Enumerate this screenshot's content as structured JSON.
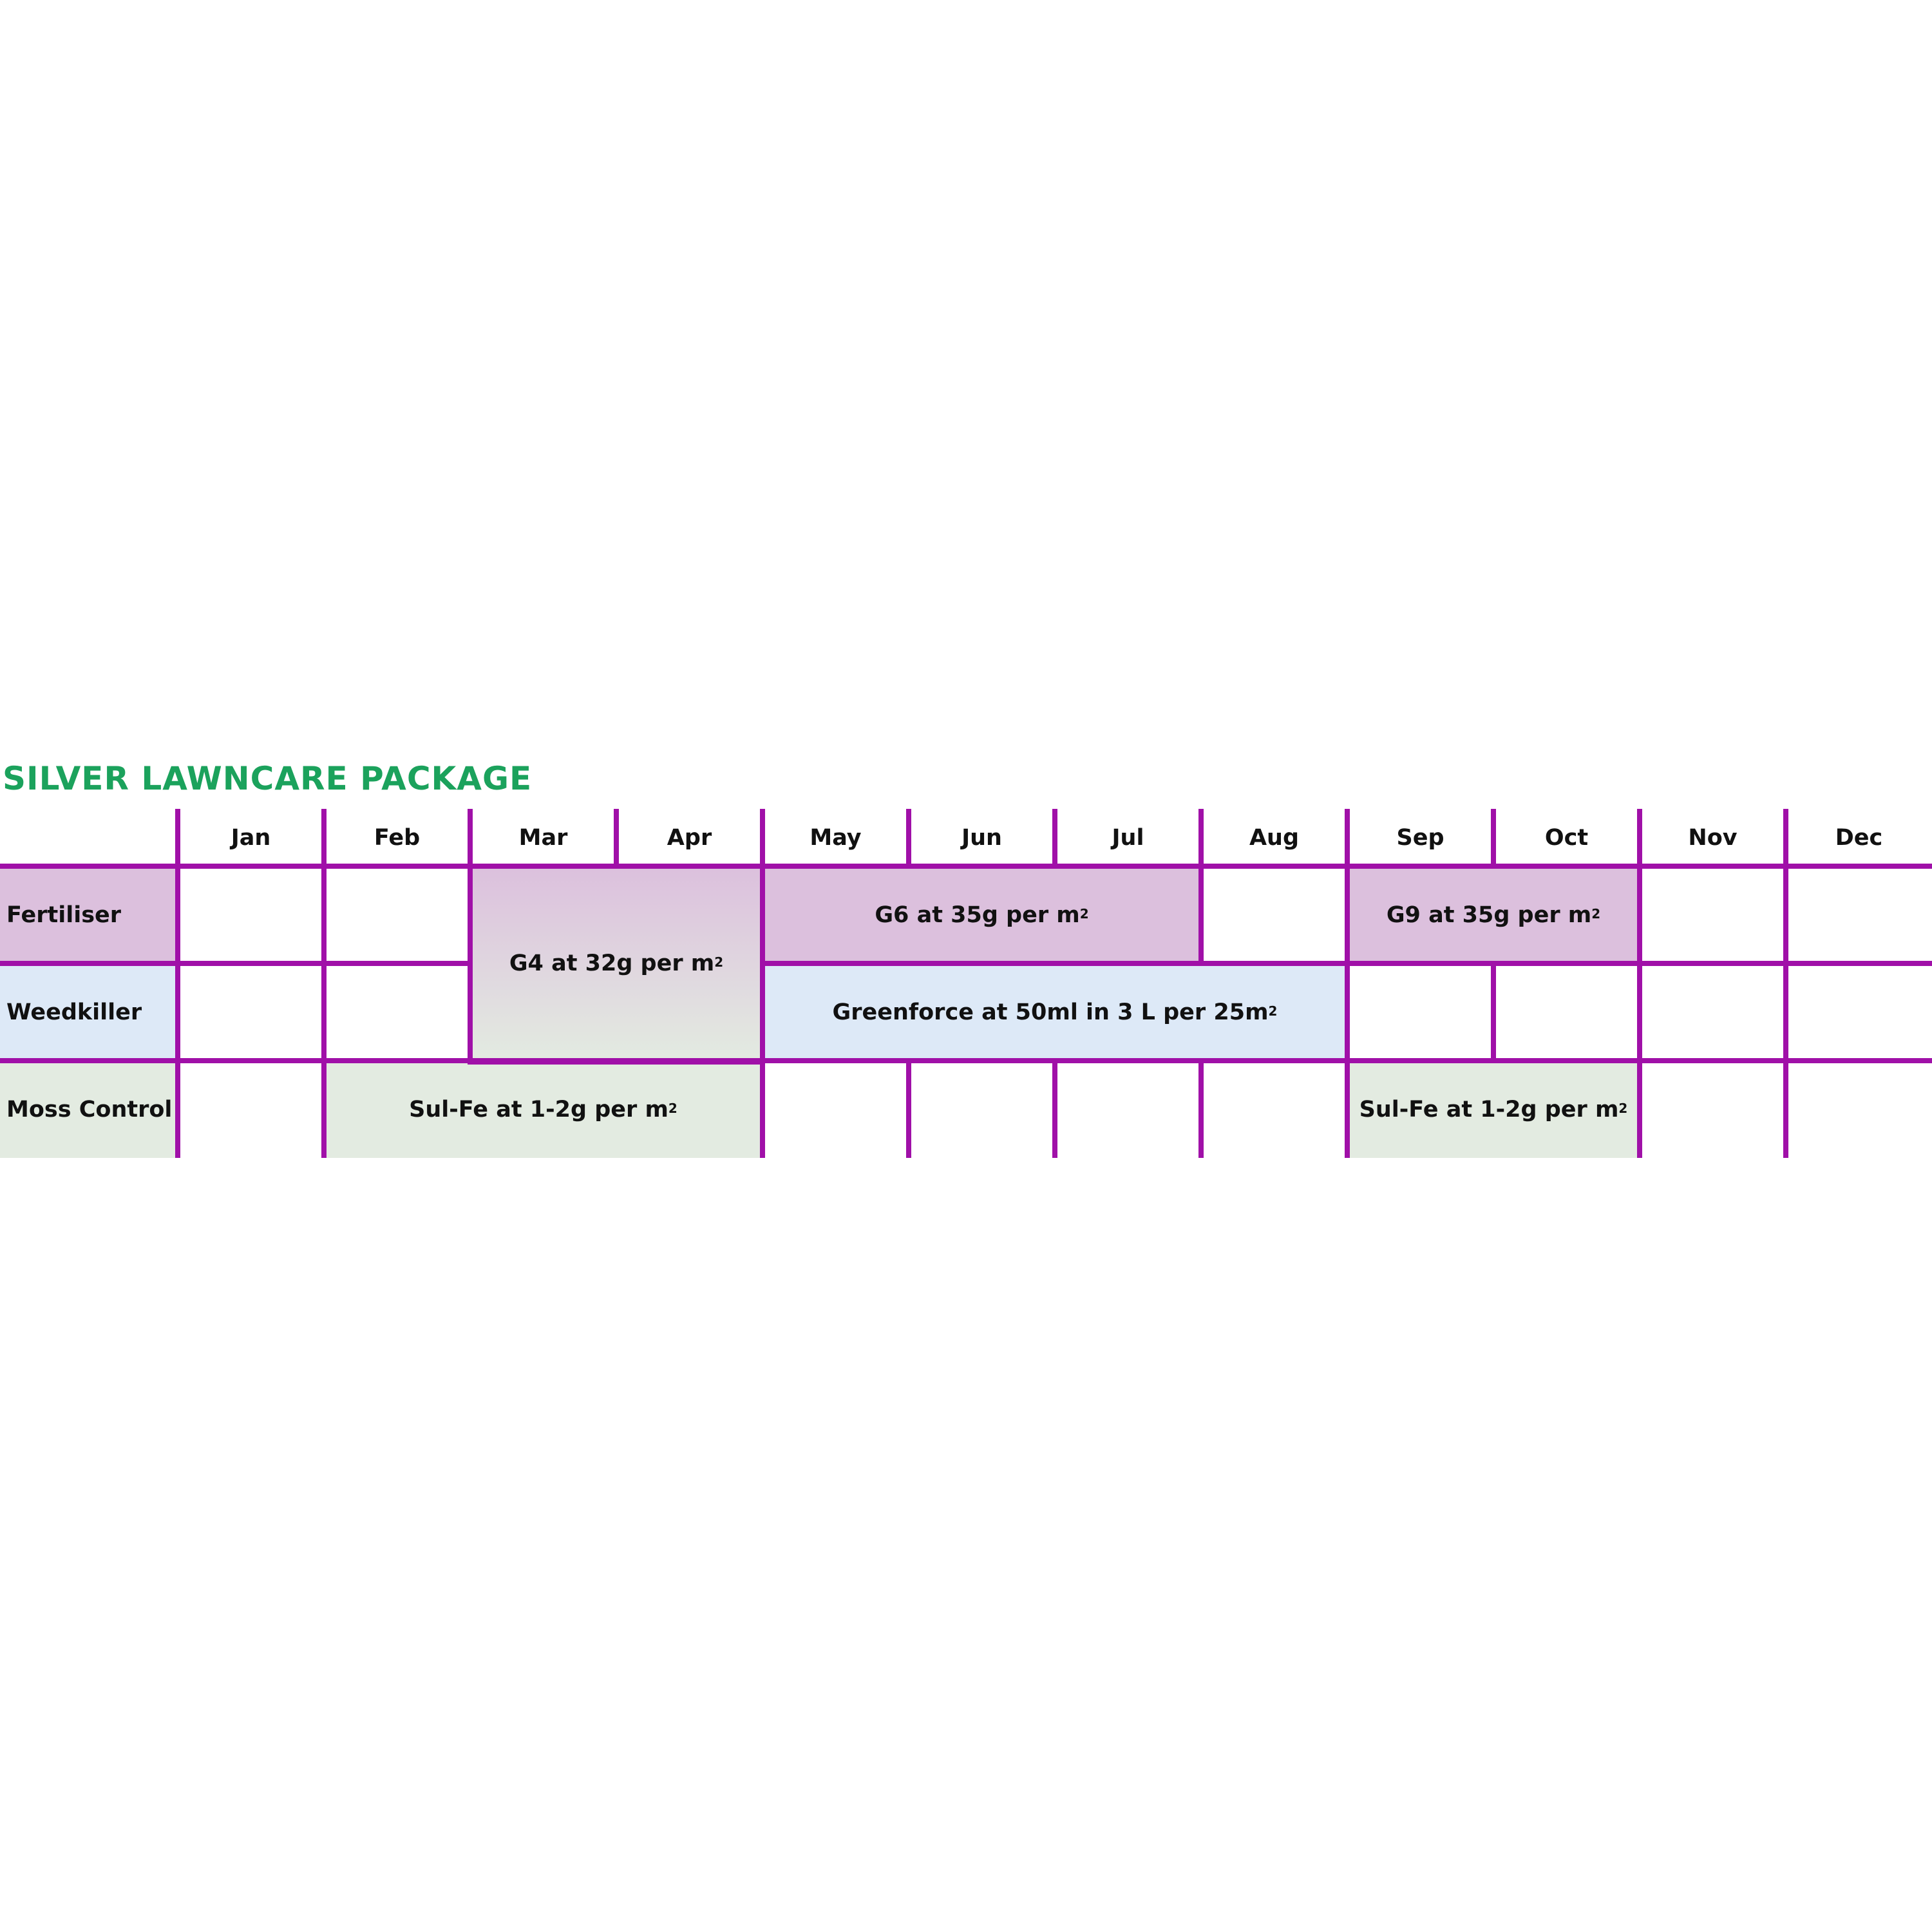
{
  "title": "SILVER LAWNCARE PACKAGE",
  "months": [
    "Jan",
    "Feb",
    "Mar",
    "Apr",
    "May",
    "Jun",
    "Jul",
    "Aug",
    "Sep",
    "Oct",
    "Nov",
    "Dec"
  ],
  "rows": [
    {
      "key": "fertiliser",
      "label": "Fertiliser",
      "color": "#dcc0dd"
    },
    {
      "key": "weedkiller",
      "label": "Weedkiller",
      "color": "#dde9f7"
    },
    {
      "key": "moss",
      "label": "Moss Control",
      "color": "#e3ebe1"
    }
  ],
  "treatments": [
    {
      "name": "g4",
      "row_start": 0,
      "row_end": 1,
      "month_start": 2,
      "month_end": 3,
      "text": "G4 at 32g per m",
      "sup": "2",
      "gradient": [
        "#dcc0dd",
        "#e3ebe1"
      ]
    },
    {
      "name": "g6",
      "row_start": 0,
      "row_end": 0,
      "month_start": 4,
      "month_end": 6,
      "text": "G6 at 35g per m",
      "sup": "2",
      "color": "#dcc0dd"
    },
    {
      "name": "g9",
      "row_start": 0,
      "row_end": 0,
      "month_start": 8,
      "month_end": 9,
      "text": "G9 at 35g per m",
      "sup": "2",
      "color": "#dcc0dd"
    },
    {
      "name": "greenforce",
      "row_start": 1,
      "row_end": 1,
      "month_start": 4,
      "month_end": 7,
      "text": "Greenforce at 50ml in 3 L per 25m",
      "sup": "2",
      "color": "#dde9f7"
    },
    {
      "name": "sulfe-spring",
      "row_start": 2,
      "row_end": 2,
      "month_start": 1,
      "month_end": 3,
      "text": "Sul-Fe at 1-2g per m",
      "sup": "2",
      "color": "#e3ebe1"
    },
    {
      "name": "sulfe-autumn",
      "row_start": 2,
      "row_end": 2,
      "month_start": 8,
      "month_end": 9,
      "text": "Sul-Fe at 1-2g per m",
      "sup": "2",
      "color": "#e3ebe1"
    }
  ],
  "colors": {
    "grid": "#a010a8",
    "title": "#1ba25c"
  }
}
